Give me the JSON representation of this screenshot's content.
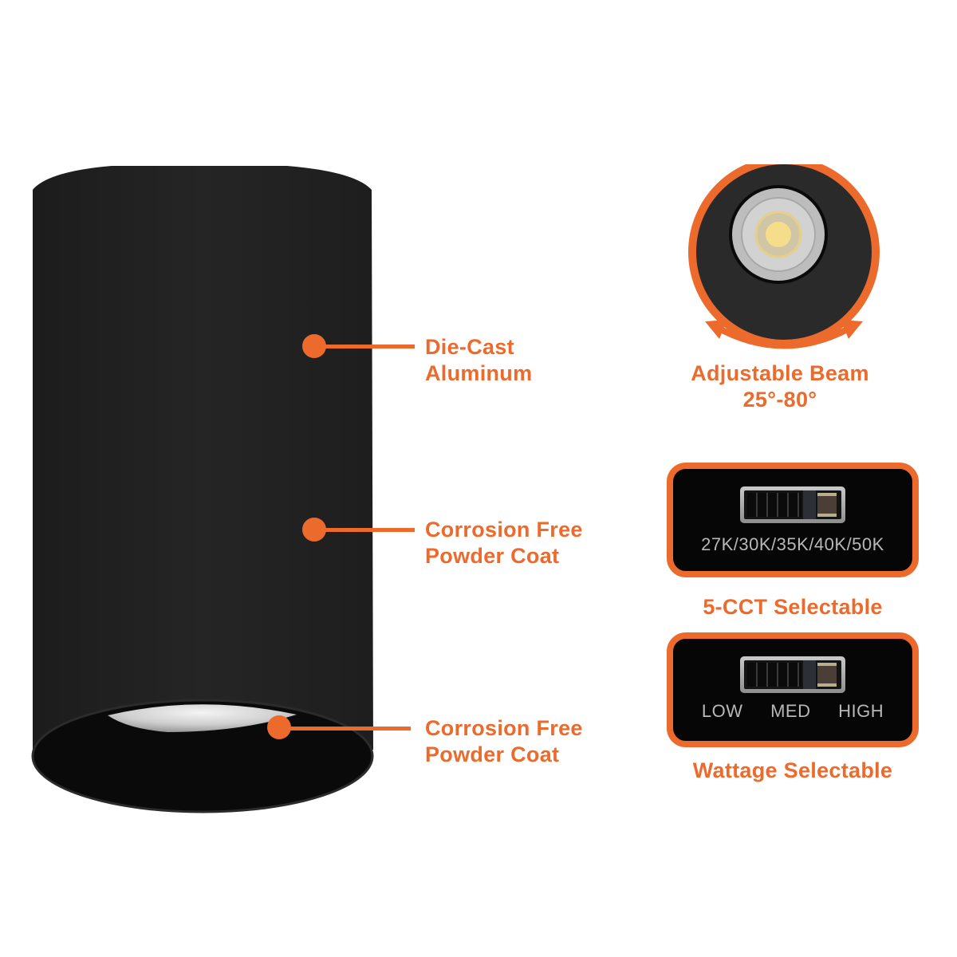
{
  "colors": {
    "accent": "#ec6a2c",
    "fixture_body": "#222222",
    "panel_bg": "#060606",
    "switch_label": "#b8b8b8"
  },
  "product": {
    "name": "Black cylinder surface-mount downlight"
  },
  "callouts": [
    {
      "id": "die-cast",
      "line1": "Die-Cast",
      "line2": "Aluminum"
    },
    {
      "id": "powder-coat-body",
      "line1": "Corrosion Free",
      "line2": "Powder Coat"
    },
    {
      "id": "powder-coat-trim",
      "line1": "Corrosion Free",
      "line2": "Powder Coat"
    }
  ],
  "features": {
    "beam": {
      "title": "Adjustable Beam",
      "range": "25°-80°",
      "icon": "rotate-arrow-icon"
    },
    "cct": {
      "switch_label": "27K/30K/35K/40K/50K",
      "caption": "5-CCT Selectable",
      "icon": "dip-switch-icon"
    },
    "wattage": {
      "switch_options": [
        "LOW",
        "MED",
        "HIGH"
      ],
      "caption": "Wattage Selectable",
      "icon": "dip-switch-icon"
    }
  }
}
